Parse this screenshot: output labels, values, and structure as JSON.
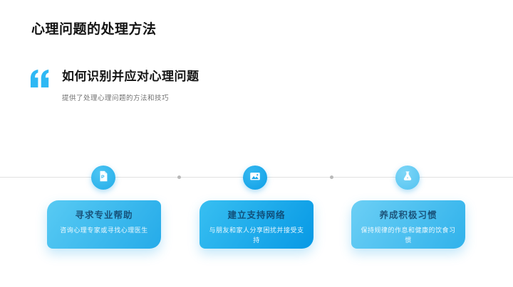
{
  "slide": {
    "page_title": "心理问题的处理方法",
    "section": {
      "heading": "如何识别并应对心理问题",
      "subtext": "提供了处理心理问题的方法和技巧"
    },
    "timeline": {
      "doc_letter": "P",
      "icons": [
        "document-icon",
        "image-icon",
        "flask-icon"
      ]
    },
    "cards": [
      {
        "title": "寻求专业帮助",
        "desc": "咨询心理专家或寻找心理医生"
      },
      {
        "title": "建立支持网络",
        "desc": "与朋友和家人分享困扰并接受支持"
      },
      {
        "title": "养成积极习惯",
        "desc": "保持规律的作息和健康的饮食习惯"
      }
    ],
    "colors": {
      "accent": "#2eb8f4",
      "title_text": "#141414",
      "subtext_gray": "#6f6f6f",
      "timeline_line": "#e1e1e1",
      "timeline_dot": "#b9b9b9",
      "circle_1": "#30b8f0",
      "circle_2": "#16a8ec",
      "circle_3": "#67cdf4",
      "card1_gradient": [
        "#58caf3",
        "#25abe9"
      ],
      "card2_gradient": [
        "#38bff1",
        "#0799e5"
      ],
      "card3_gradient": [
        "#6ccff5",
        "#30b2eb"
      ],
      "card_title_text": "rgba(11,52,90,0.78)"
    }
  }
}
